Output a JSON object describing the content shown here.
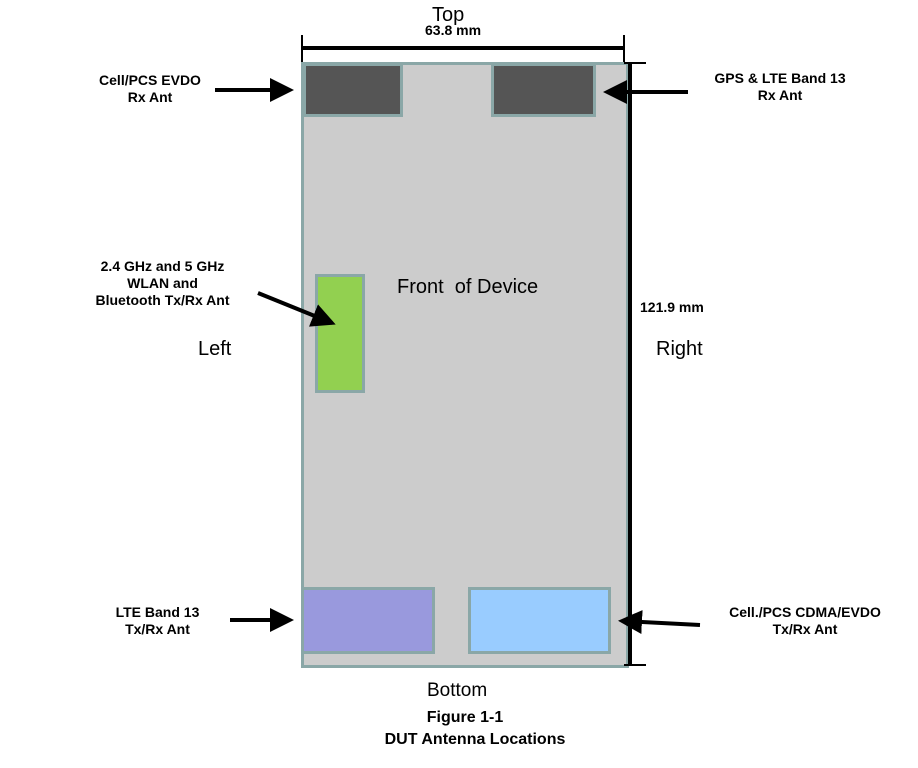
{
  "labels": {
    "top": "Top",
    "width_dim": "63.8 mm",
    "height_dim": "121.9 mm",
    "left": "Left",
    "right": "Right",
    "bottom": "Bottom",
    "front": "Front  of Device"
  },
  "antennas": {
    "cell_pcs_rx": "Cell/PCS EVDO\nRx Ant",
    "gps_lte_rx": "GPS & LTE Band 13\nRx Ant",
    "wlan_bt": "2.4 GHz and 5 GHz\nWLAN and\nBluetooth Tx/Rx Ant",
    "lte_tx": "LTE Band 13\nTx/Rx Ant",
    "cdma_tx": "Cell./PCS CDMA/EVDO\nTx/Rx Ant"
  },
  "caption": {
    "figure": "Figure 1-1",
    "title": "DUT Antenna Locations"
  },
  "colors": {
    "device": "#cccccc",
    "device_border": "#8aa7a7",
    "rx_antenna": "#555555",
    "wlan": "#92d050",
    "lte": "#9999dd",
    "cdma": "#99ccff"
  }
}
